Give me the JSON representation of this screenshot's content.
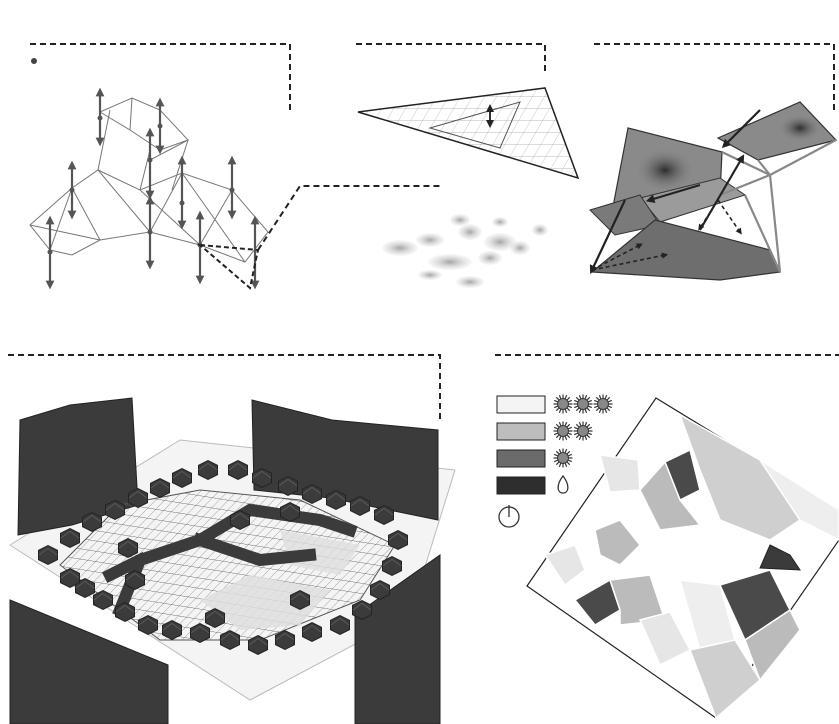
{
  "figure": {
    "panels": [
      {
        "id": "vertical-displacement-wireframe"
      },
      {
        "id": "triangle-grid"
      },
      {
        "id": "soft-ellipse-cluster"
      },
      {
        "id": "folded-surfaces-arrows"
      },
      {
        "id": "landscape-isometric"
      },
      {
        "id": "zoning-map"
      }
    ],
    "legend": {
      "rows": [
        {
          "swatch_color": "#f4f4f4",
          "icon": "sun-icon",
          "icon_count": 3
        },
        {
          "swatch_color": "#bdbdbd",
          "icon": "sun-icon",
          "icon_count": 2
        },
        {
          "swatch_color": "#6b6b6b",
          "icon": "sun-icon",
          "icon_count": 1
        },
        {
          "swatch_color": "#2e2e2e",
          "icon": "water-drop-icon",
          "icon_count": 1
        }
      ],
      "extra_icon": "power-icon"
    },
    "colors": {
      "line": "#222222",
      "dark": "#3b3b3b",
      "mid": "#8a8a8a",
      "light": "#cfcfcf"
    }
  }
}
